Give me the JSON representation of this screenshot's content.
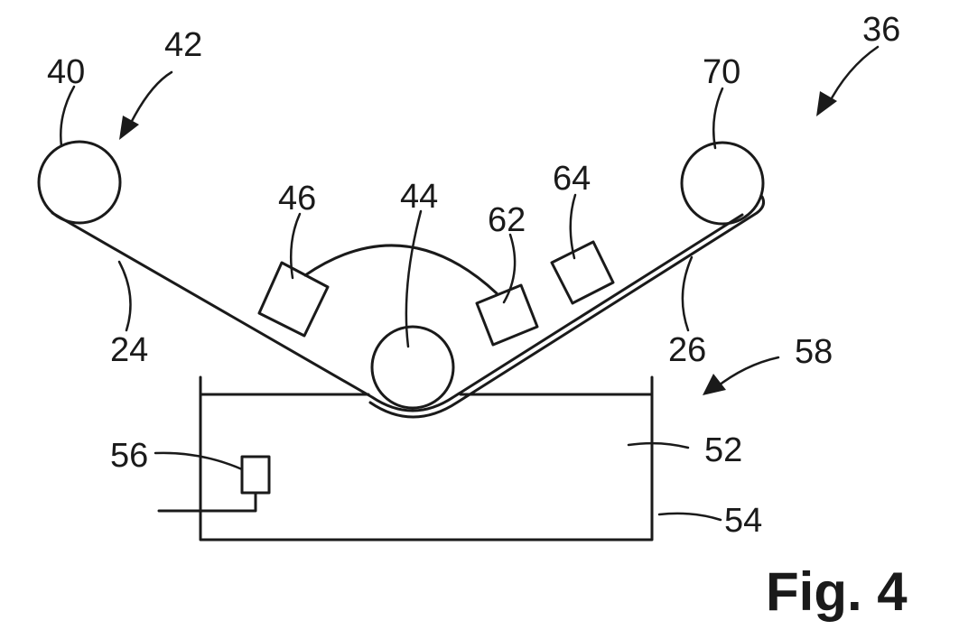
{
  "figure": {
    "caption": "Fig. 4",
    "refs": {
      "r36": "36",
      "r42": "42",
      "r40": "40",
      "r70": "70",
      "r46": "46",
      "r44": "44",
      "r62": "62",
      "r64": "64",
      "r24": "24",
      "r26": "26",
      "r58": "58",
      "r56": "56",
      "r52": "52",
      "r54": "54"
    }
  }
}
